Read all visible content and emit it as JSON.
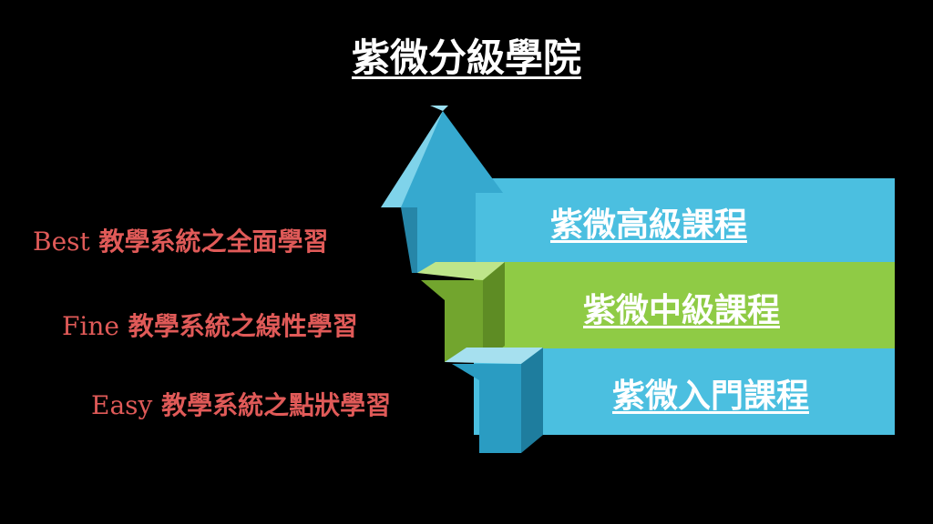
{
  "title": "紫微分級學院",
  "levels": [
    {
      "band": "紫微高級課程",
      "side_en": "Best",
      "side_zh": "教學系統之全面學習",
      "color": "#4BBFE0"
    },
    {
      "band": "紫微中級課程",
      "side_en": "Fine",
      "side_zh": "教學系統之線性學習",
      "color": "#8FCB45"
    },
    {
      "band": "紫微入門課程",
      "side_en": "Easy",
      "side_zh": "教學系統之點狀學習",
      "color": "#4BBFE0"
    }
  ],
  "colors": {
    "side_text": "#E05A58",
    "arrow_blue": "#2A9CC2",
    "arrow_green": "#72A52E"
  }
}
